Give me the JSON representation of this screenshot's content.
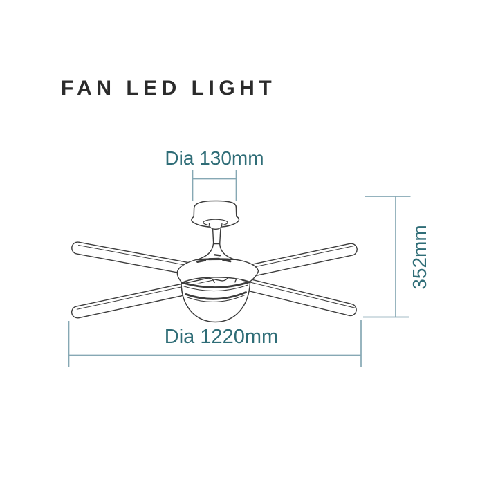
{
  "page_title": "FAN LED LIGHT",
  "dimensions": {
    "canopy_diameter": "Dia 130mm",
    "fan_height": "352mm",
    "blade_sweep": "Dia 1220mm"
  },
  "colors": {
    "background": "#ffffff",
    "drawing_line": "#3c3c3c",
    "dimension_line": "#86a8b4",
    "dimension_text": "#2f6d77",
    "title_text": "#2b2b2b"
  }
}
